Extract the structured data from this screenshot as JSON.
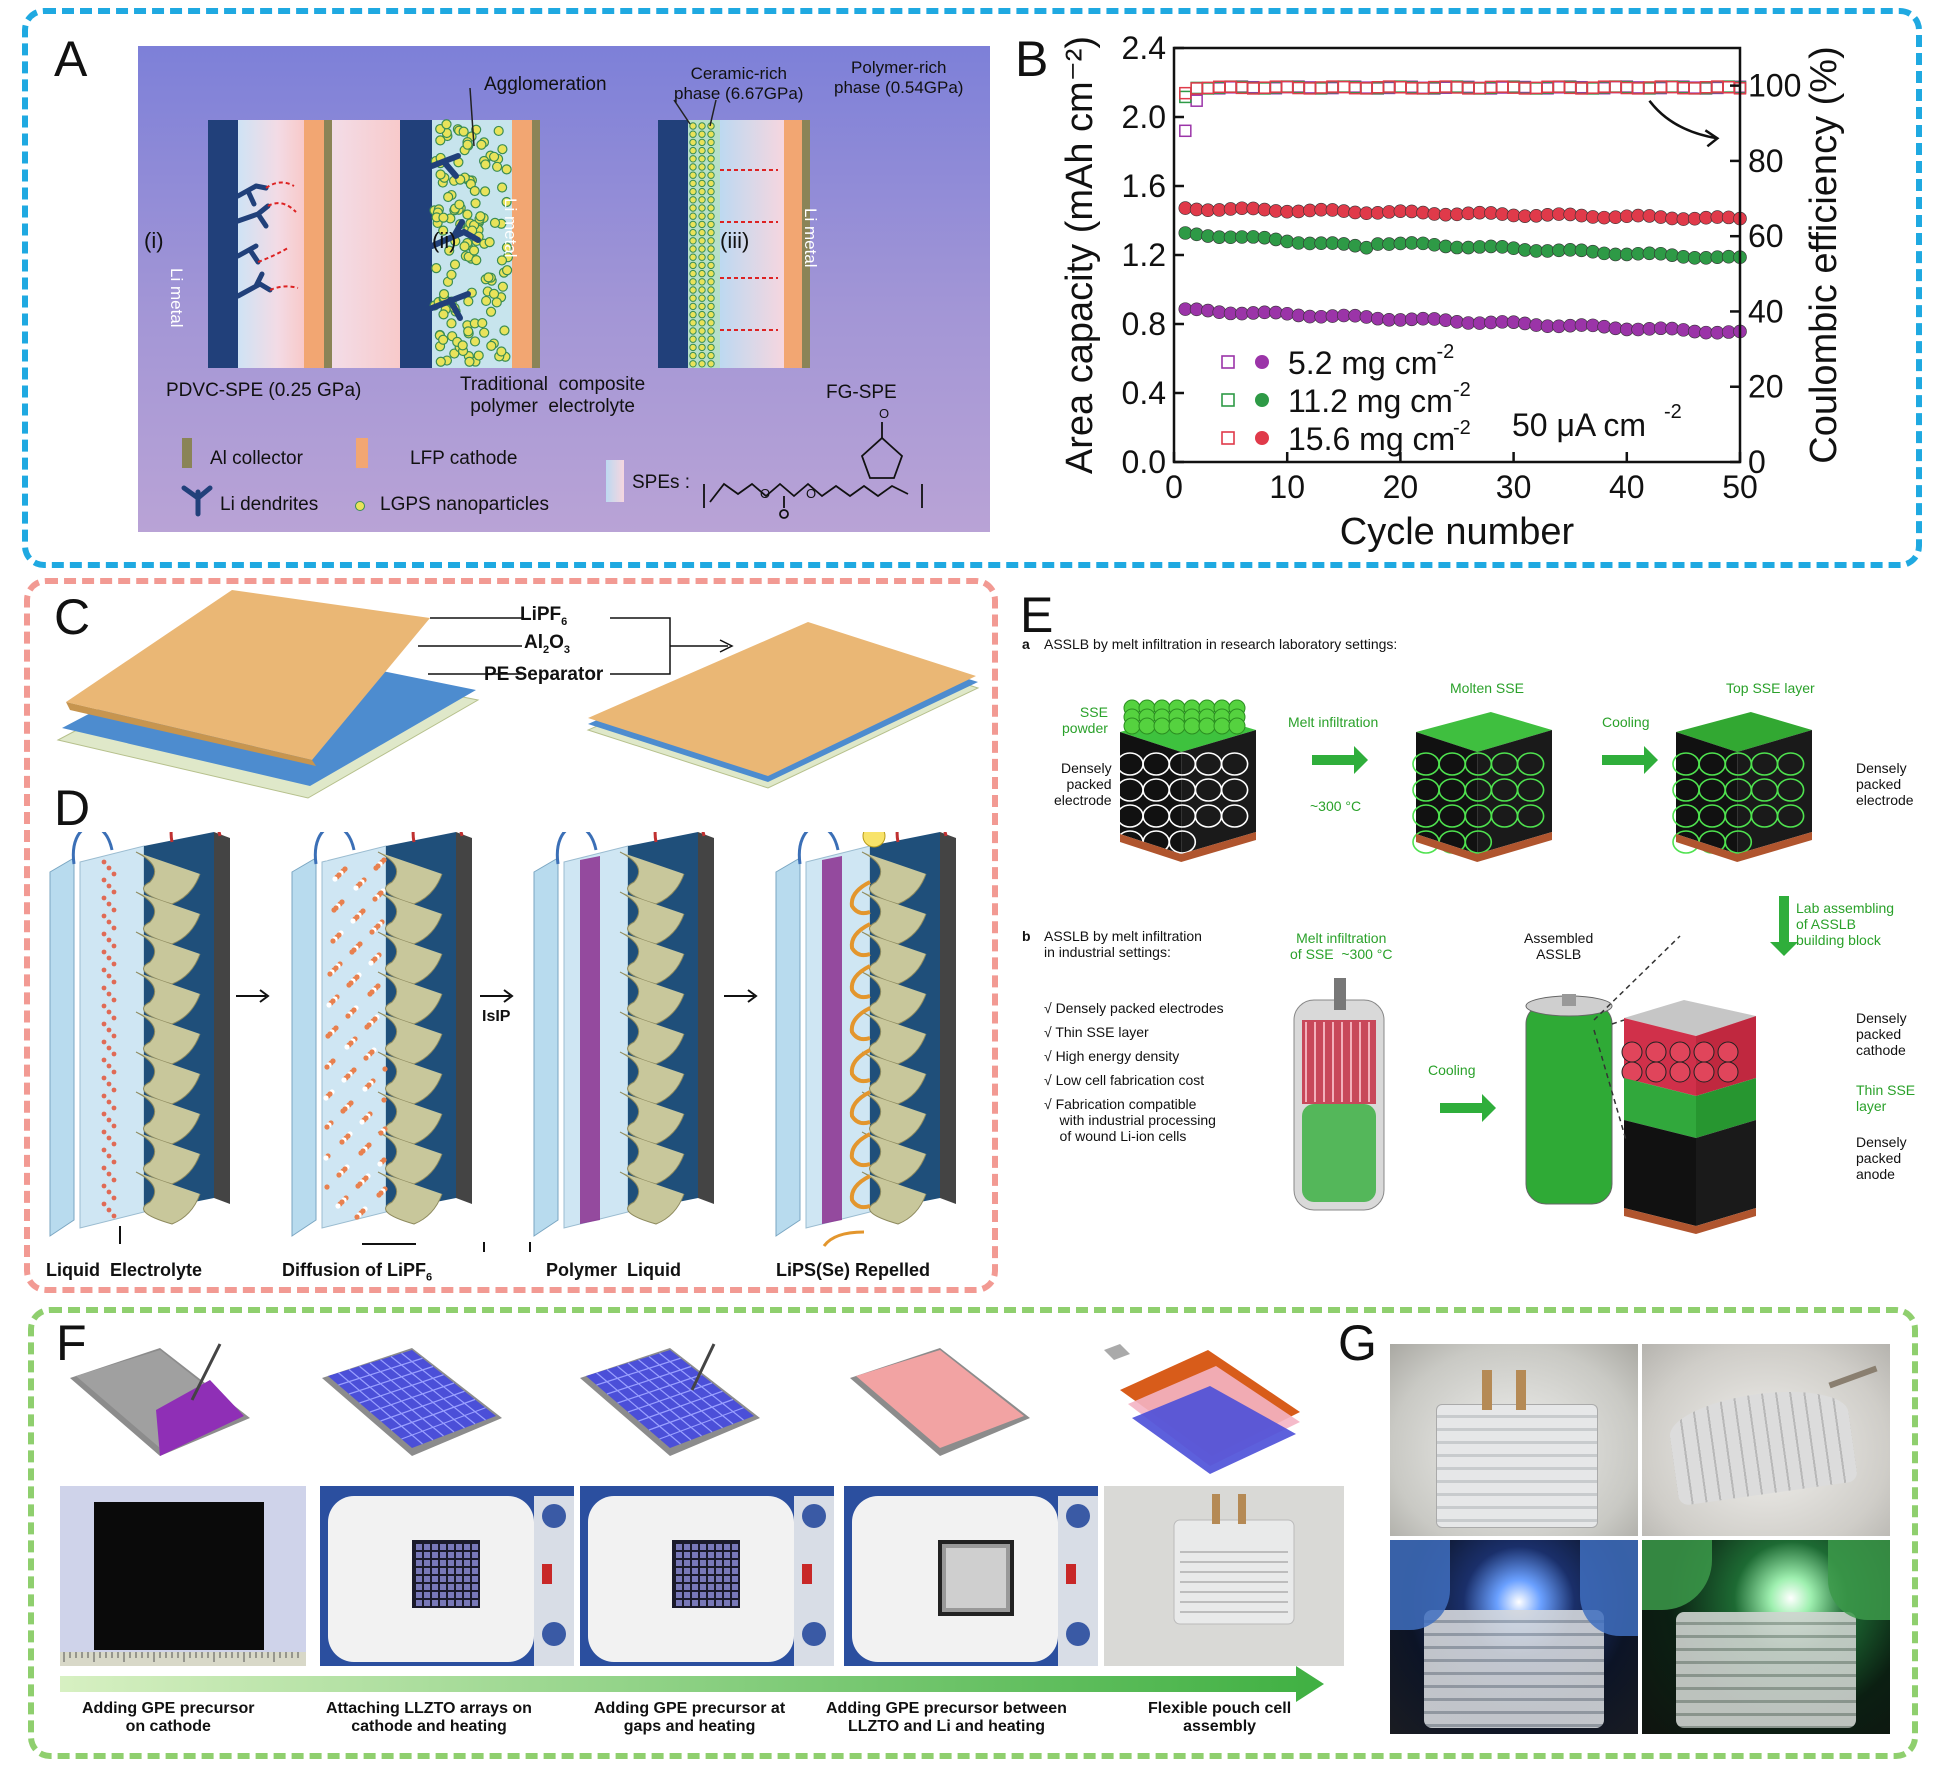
{
  "panel_labels": {
    "A": "A",
    "B": "B",
    "C": "C",
    "D": "D",
    "E": "E",
    "F": "F",
    "G": "G"
  },
  "panel_a": {
    "top_labels": {
      "agglomeration": "Agglomeration",
      "ceramic_rich": "Ceramic-rich\nphase (6.67GPa)",
      "polymer_rich": "Polymer-rich\nphase (0.54GPa)"
    },
    "roman": [
      "(i)",
      "(ii)",
      "(iii)"
    ],
    "li_metal": "Li metal",
    "captions": [
      "PDVC-SPE (0.25 GPa)",
      "Traditional  composite\npolymer  electrolyte",
      "FG-SPE"
    ],
    "legend": {
      "al_collector": "Al collector",
      "lfp_cathode": "LFP cathode",
      "li_dendrites": "Li dendrites",
      "lgps": "LGPS nanoparticles",
      "spes": "SPEs :"
    },
    "colors": {
      "bg_top": "#7b7ed6",
      "bg_bottom": "#b7a2d8",
      "li_metal": "#21407a",
      "lfp": "#f2a672",
      "al": "#8a8457",
      "lgps": "#e9e35a"
    }
  },
  "chart_data": {
    "type": "scatter",
    "xlabel": "Cycle number",
    "ylabel": "Area capacity (mAh cm⁻²)",
    "ylabel_right": "Coulombic efficiency (%)",
    "xlim": [
      0,
      50
    ],
    "ylim": [
      0,
      2.4
    ],
    "ylim_right": [
      0,
      110
    ],
    "xticks": [
      0,
      10,
      20,
      30,
      40,
      50
    ],
    "yticks": [
      0.0,
      0.4,
      0.8,
      1.2,
      1.6,
      2.0,
      2.4
    ],
    "yticks_right": [
      0,
      20,
      40,
      60,
      80,
      100
    ],
    "annotation": "50 μA cm",
    "legend_placement": "bottom-left",
    "series": [
      {
        "name": "5.2 mg cm",
        "color": "#9b34a8",
        "capacity_start": 0.88,
        "capacity_end": 0.75,
        "ce_start": 88,
        "ce": 99.5
      },
      {
        "name": "11.2 mg cm",
        "color": "#2e9a46",
        "capacity_start": 1.32,
        "capacity_end": 1.18,
        "ce_start": 97,
        "ce": 99.5
      },
      {
        "name": "15.6 mg cm",
        "color": "#e03a4a",
        "capacity_start": 1.47,
        "capacity_end": 1.41,
        "ce_start": 98,
        "ce": 99.5
      }
    ]
  },
  "panel_c": {
    "labels": [
      "LiPF",
      "Al",
      "PE Separator"
    ],
    "subs": [
      "6",
      "2",
      "3"
    ]
  },
  "panel_d": {
    "captions": [
      "Liquid  Electrolyte",
      "Diffusion of LiPF",
      "Polymer  Liquid",
      "LiPS(Se) Repelled"
    ],
    "sub6": "6",
    "islp": "IsIP"
  },
  "panel_e": {
    "a_title": "ASSLB by melt infiltration in research laboratory settings:",
    "a_letter": "a",
    "sse_powder": "SSE\npowder",
    "densely_packed_electrode": "Densely\npacked\nelectrode",
    "melt_infiltration": "Melt infiltration",
    "temp": "~300 °C",
    "molten_sse": "Molten SSE",
    "cooling": "Cooling",
    "top_sse_layer": "Top SSE layer",
    "lab_assembling": "Lab assembling\nof ASSLB\nbuilding block",
    "b_letter": "b",
    "b_title": "ASSLB by melt infiltration\nin industrial settings:",
    "checklist": [
      "√ Densely packed electrodes",
      "√ Thin SSE layer",
      "√ High energy density",
      "√ Low cell fabrication cost",
      "√ Fabrication compatible\n    with industrial processing\n    of wound Li-ion cells"
    ],
    "melt_sse": "Melt infiltration\nof SSE  ~300 °C",
    "assembled": "Assembled\nASSLB",
    "cathode": "Densely\npacked\ncathode",
    "thin_sse": "Thin SSE\nlayer",
    "anode": "Densely\npacked\nanode"
  },
  "panel_f": {
    "steps": [
      "Adding GPE precursor\non cathode",
      "Attaching LLZTO arrays on\ncathode and heating",
      "Adding GPE precursor at\ngaps and heating",
      "Adding GPE precursor between\nLLZTO and Li and heating",
      "Flexible pouch cell\nassembly"
    ]
  },
  "box_colors": {
    "top": "#1fa9e1",
    "left": "#f29a93",
    "bottom": "#8fcf6e"
  }
}
